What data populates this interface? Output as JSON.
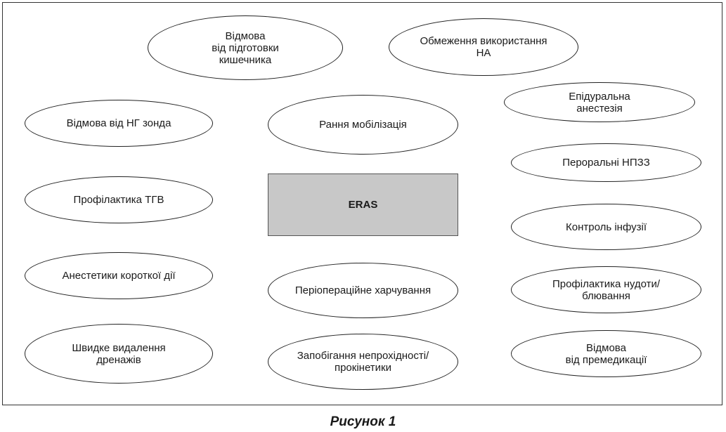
{
  "diagram": {
    "center": "ERAS",
    "nodes": {
      "bowel_prep": "Відмова\nвід підготовки\nкишечника",
      "limit_na": "Обмеження використання\nНА",
      "epidural": "Епідуральна\nанестезія",
      "ng_tube": "Відмова від НГ зонда",
      "early_mobilization": "Рання мобілізація",
      "oral_nsaids": "Пероральні НПЗЗ",
      "dvt_prophylaxis": "Профілактика ТГВ",
      "infusion_control": "Контроль інфузії",
      "short_anesthetics": "Анестетики короткої дії",
      "perioperative_nutrition": "Періопераційне харчування",
      "ponv_prophylaxis": "Профілактика нудоти/\nблювання",
      "drain_removal": "Швидке видалення\nдренажів",
      "ileus_prevention": "Запобігання непрохідності/\nпрокінетики",
      "no_premedication": "Відмова\nвід премедикації"
    }
  },
  "caption": "Рисунок 1"
}
